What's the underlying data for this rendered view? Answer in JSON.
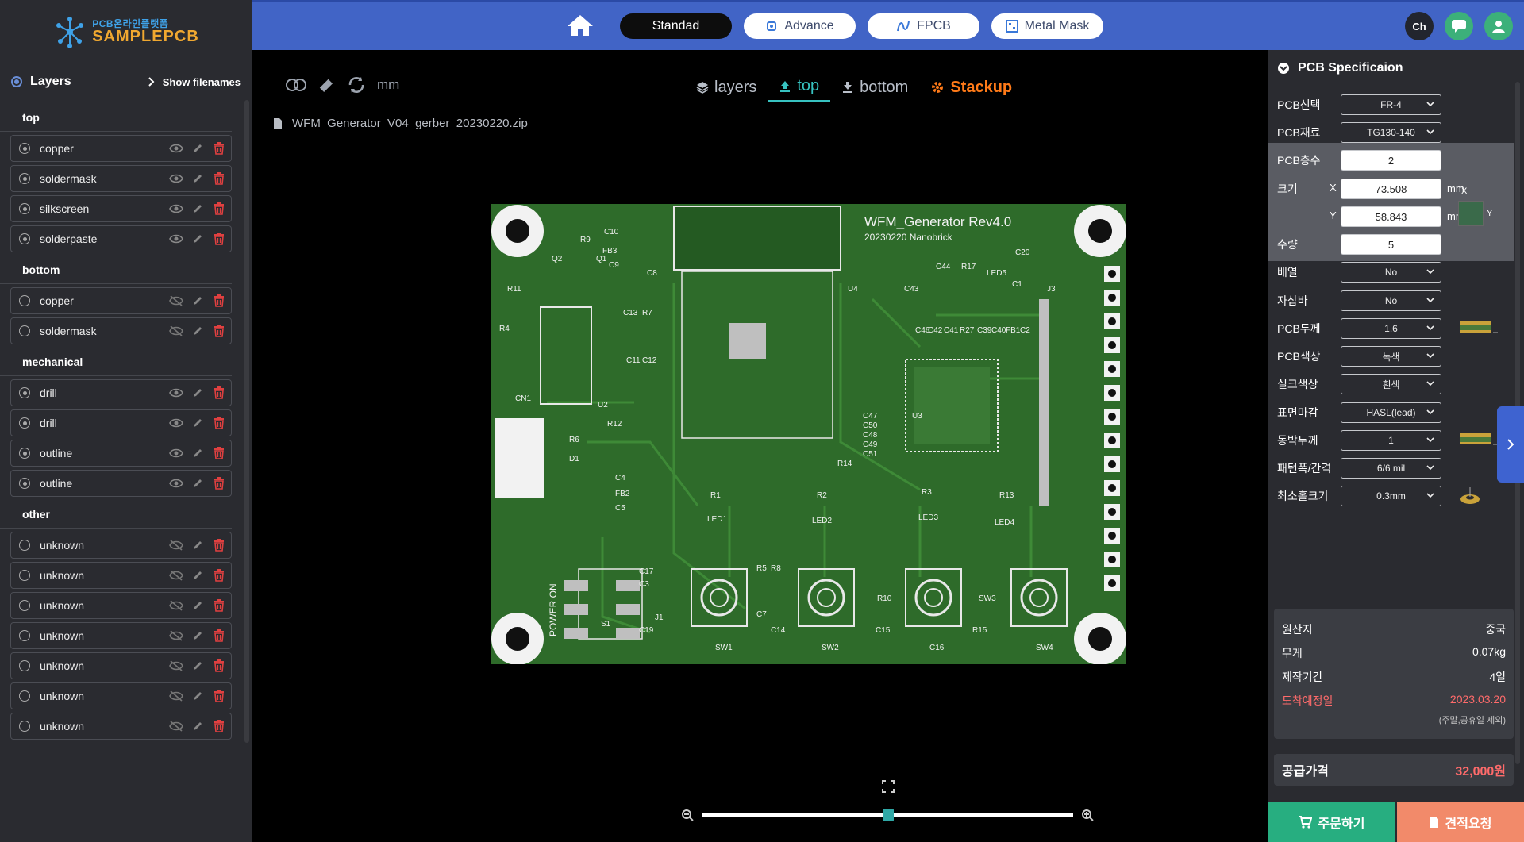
{
  "logo": {
    "line1": "PCB온라인플랫폼",
    "line2": "SAMPLEPCB"
  },
  "layers_panel": {
    "title": "Layers",
    "show_filenames": "Show filenames",
    "groups": [
      {
        "name": "top",
        "rows": [
          {
            "name": "copper",
            "visible": true
          },
          {
            "name": "soldermask",
            "visible": true
          },
          {
            "name": "silkscreen",
            "visible": true
          },
          {
            "name": "solderpaste",
            "visible": true
          }
        ]
      },
      {
        "name": "bottom",
        "rows": [
          {
            "name": "copper",
            "visible": false
          },
          {
            "name": "soldermask",
            "visible": false
          }
        ]
      },
      {
        "name": "mechanical",
        "rows": [
          {
            "name": "drill",
            "visible": true
          },
          {
            "name": "drill",
            "visible": true
          },
          {
            "name": "outline",
            "visible": true
          },
          {
            "name": "outline",
            "visible": true
          }
        ]
      },
      {
        "name": "other",
        "rows": [
          {
            "name": "unknown",
            "visible": false
          },
          {
            "name": "unknown",
            "visible": false
          },
          {
            "name": "unknown",
            "visible": false
          },
          {
            "name": "unknown",
            "visible": false
          },
          {
            "name": "unknown",
            "visible": false
          },
          {
            "name": "unknown",
            "visible": false
          },
          {
            "name": "unknown",
            "visible": false
          }
        ]
      }
    ]
  },
  "topbar": {
    "tabs": [
      "Standad",
      "Advance",
      "FPCB",
      "Metal Mask"
    ],
    "active_tab": "Standad",
    "avatar_label": "Ch"
  },
  "viewer": {
    "unit": "mm",
    "view_tabs": [
      "layers",
      "top",
      "bottom"
    ],
    "active_view": "top",
    "stackup": "Stackup",
    "filename": "WFM_Generator_V04_gerber_20230220.zip",
    "zoom_fraction": 0.5,
    "board": {
      "title": "WFM_Generator Rev4.0",
      "subtitle": "20230220  Nanobrick",
      "power_label": "POWER ON",
      "refs": [
        "R9",
        "C10",
        "FB3",
        "C9",
        "C8",
        "Q2",
        "Q1",
        "R11",
        "R4",
        "C13",
        "R7",
        "C11",
        "C12",
        "CN1",
        "U2",
        "R6",
        "R12",
        "D1",
        "C4",
        "FB2",
        "C5",
        "U4",
        "C43",
        "C44",
        "R17",
        "LED5",
        "C20",
        "C1",
        "J3",
        "C46",
        "C42",
        "C41",
        "R27",
        "C39",
        "C40",
        "FB1",
        "C2",
        "U3",
        "C47",
        "C50",
        "C48",
        "C49",
        "C51",
        "R14",
        "R1",
        "LED1",
        "R2",
        "LED2",
        "R3",
        "LED3",
        "R13",
        "LED4",
        "C17",
        "C3",
        "J1",
        "C19",
        "S1",
        "R5",
        "R8",
        "C7",
        "C14",
        "SW1",
        "SW2",
        "R10",
        "C15",
        "SW3",
        "R15",
        "C16",
        "SW4"
      ]
    },
    "colors": {
      "board": "#2e6b2a",
      "accent": "#37c2c0",
      "stackup": "#ff7a18"
    }
  },
  "spec": {
    "title": "PCB Specificaion",
    "rows": [
      {
        "label": "PCB선택",
        "value": "FR-4",
        "type": "select"
      },
      {
        "label": "PCB재료",
        "value": "TG130-140",
        "type": "select"
      },
      {
        "label": "PCB층수",
        "value": "2",
        "type": "input"
      },
      {
        "label": "크기",
        "axis": "X",
        "value": "73.508",
        "unit": "mm",
        "type": "size"
      },
      {
        "label": "",
        "axis": "Y",
        "value": "58.843",
        "unit": "mm",
        "type": "size"
      },
      {
        "label": "수량",
        "value": "5",
        "type": "input"
      },
      {
        "label": "배열",
        "value": "No",
        "type": "select"
      },
      {
        "label": "자삽바",
        "value": "No",
        "type": "select"
      },
      {
        "label": "PCB두께",
        "value": "1.6",
        "type": "select"
      },
      {
        "label": "PCB색상",
        "value": "녹색",
        "type": "select"
      },
      {
        "label": "실크색상",
        "value": "흰색",
        "type": "select"
      },
      {
        "label": "표면마감",
        "value": "HASL(lead)",
        "type": "select"
      },
      {
        "label": "동박두께",
        "value": "1",
        "type": "select"
      },
      {
        "label": "패턴폭/간격",
        "value": "6/6 mil",
        "type": "select"
      },
      {
        "label": "최소홀크기",
        "value": "0.3mm",
        "type": "select"
      }
    ],
    "size_preview_axes": {
      "x": "X",
      "y": "Y"
    },
    "info": [
      {
        "label": "원산지",
        "value": "중국"
      },
      {
        "label": "무게",
        "value": "0.07kg"
      },
      {
        "label": "제작기간",
        "value": "4일"
      },
      {
        "label": "도착예정일",
        "value": "2023.03.20"
      }
    ],
    "note": "(주말,공휴일 제외)",
    "price_label": "공급가격",
    "price": "32,000원",
    "order_btn": "주문하기",
    "quote_btn": "견적요청"
  }
}
